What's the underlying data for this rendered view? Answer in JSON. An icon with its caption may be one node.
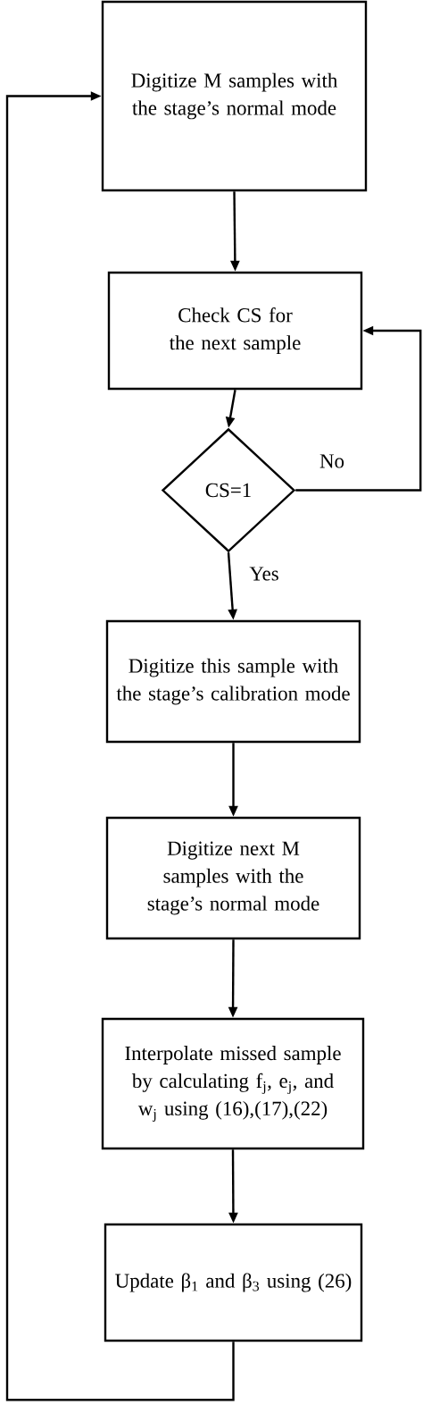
{
  "diagram": {
    "nodes": [
      {
        "text": [
          "Digitize M samples with the stage’s normal mode"
        ]
      },
      {
        "text": [
          "Check CS for the next sample"
        ]
      },
      {
        "text": [
          "CS=1"
        ]
      },
      {
        "text": [
          "Digitize this sample with the stage’s calibration mode"
        ]
      },
      {
        "text": [
          "Digitize next M samples with the stage’s normal mode"
        ]
      },
      {
        "text": [
          "Interpolate missed sample by calculating f$_{j}$, e$_{j}$, and w$_{j}$ using (16),(17),(22)"
        ]
      },
      {
        "text": [
          "Update β$_{1}$ and β$_{3}$ using (26)"
        ]
      }
    ],
    "edges": [
      {
        "from": 0,
        "to": 1,
        "arrow": "to"
      },
      {
        "from": 1,
        "to": 2,
        "arrow": "to"
      },
      {
        "from": 2,
        "to": 1,
        "arrow": "to",
        "label": "No"
      },
      {
        "from": 2,
        "to": 3,
        "arrow": "to",
        "label": "Yes"
      },
      {
        "from": 3,
        "to": 4,
        "arrow": "to"
      },
      {
        "from": 4,
        "to": 5,
        "arrow": "to"
      },
      {
        "from": 5,
        "to": 6,
        "arrow": "to"
      },
      {
        "from": 6,
        "to": 0,
        "arrow": "to"
      }
    ]
  }
}
